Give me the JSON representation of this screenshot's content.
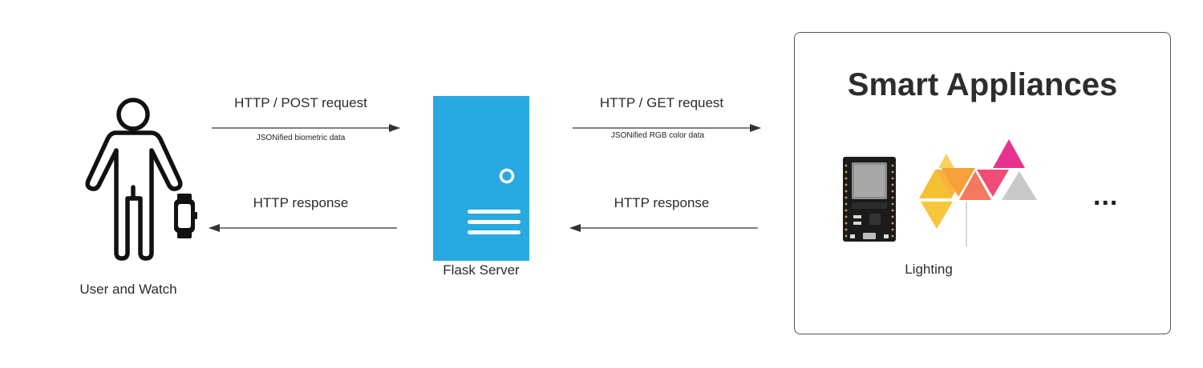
{
  "nodes": {
    "user": {
      "label": "User and Watch",
      "icon": "person-icon",
      "accessory": "smartwatch-icon"
    },
    "server": {
      "label": "Flask Server",
      "icon": "server-icon",
      "color": "#29A9E1"
    },
    "appliances": {
      "title": "Smart Appliances",
      "devices_label": "Lighting",
      "more": "...",
      "icons": [
        "microcontroller-board-icon",
        "triangle-light-panels-icon"
      ],
      "panel_colors": [
        "#F6C034",
        "#F6A03A",
        "#F4795E",
        "#F04C75",
        "#E8338E",
        "#C9C9C9"
      ]
    }
  },
  "edges": {
    "user_to_server": {
      "label": "HTTP / POST request",
      "sublabel": "JSONified biometric data"
    },
    "server_to_user": {
      "label": "HTTP response"
    },
    "server_to_appliances": {
      "label": "HTTP / GET request",
      "sublabel": "JSONified RGB color data"
    },
    "appliances_to_server": {
      "label": "HTTP response"
    }
  }
}
